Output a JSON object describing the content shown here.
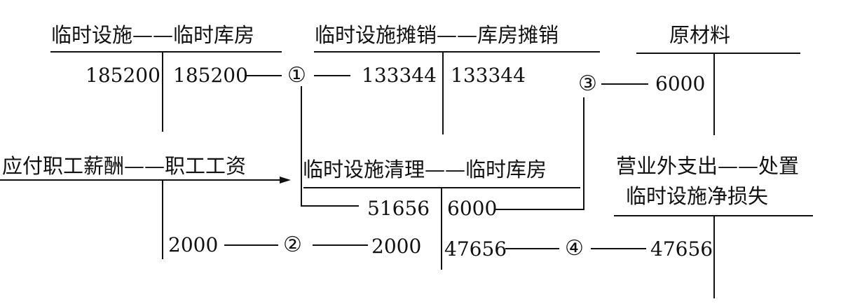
{
  "accounts": {
    "temp_facility_warehouse": {
      "title": "临时设施——临时库房",
      "debit": "185200",
      "credit": "185200"
    },
    "amortization_warehouse": {
      "title": "临时设施摊销——库房摊销",
      "debit": "133344",
      "credit": "133344"
    },
    "raw_materials": {
      "title": "原材料",
      "debit": "6000"
    },
    "payroll": {
      "title": "应付职工薪酬——职工工资",
      "credit": "2000"
    },
    "disposal_warehouse": {
      "title": "临时设施清理——临时库房",
      "debit_1": "51656",
      "debit_2": "2000",
      "credit_1": "6000",
      "credit_2": "47656"
    },
    "non_operating_expense": {
      "title_line1": "营业外支出——处置",
      "title_line2": "临时设施净损失",
      "debit": "47656"
    }
  },
  "markers": {
    "m1": "①",
    "m2": "②",
    "m3": "③",
    "m4": "④"
  }
}
